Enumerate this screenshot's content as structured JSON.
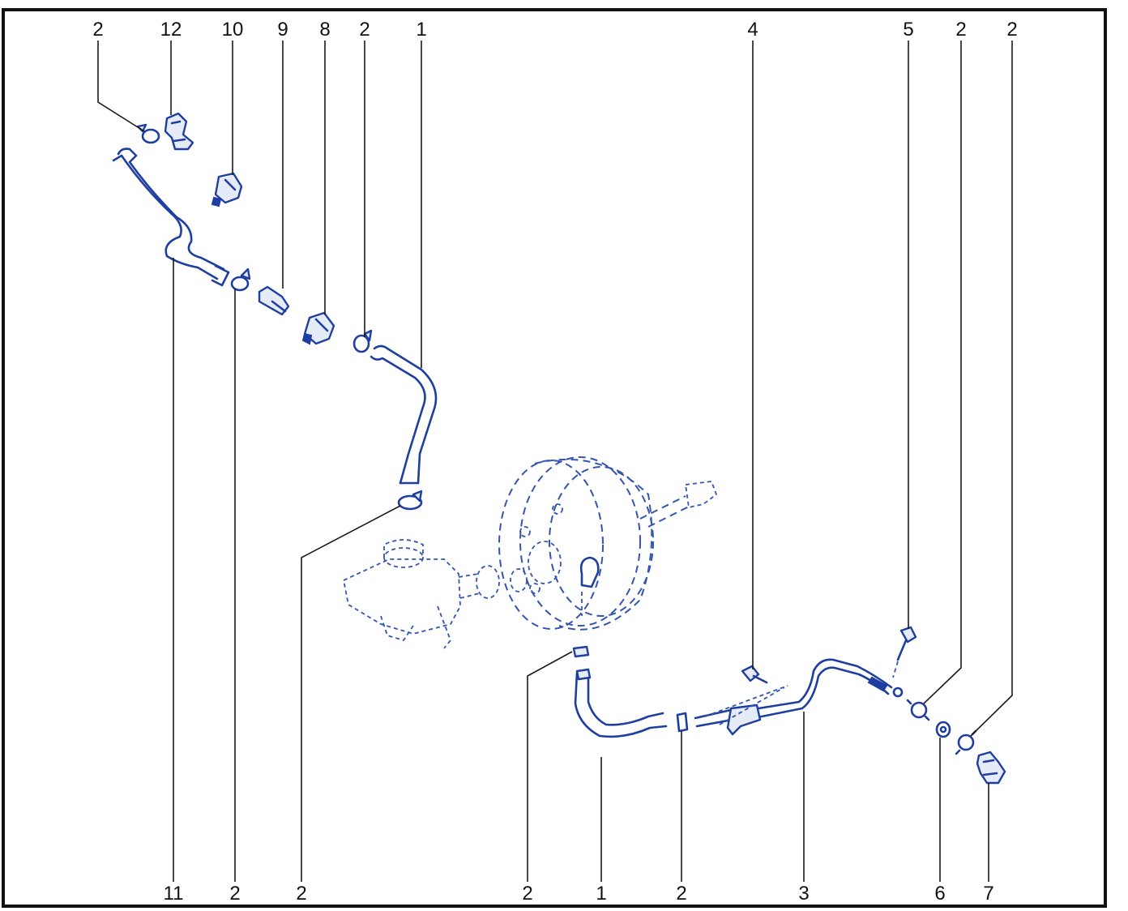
{
  "colors": {
    "part_stroke": "#1f3fa0",
    "part_fill": "#e6ebf8",
    "leader": "#1a1a1a",
    "frame": "#111111"
  },
  "callouts": {
    "top": [
      "2",
      "12",
      "10",
      "9",
      "8",
      "2",
      "1",
      "4",
      "5",
      "2",
      "2"
    ],
    "bottom": [
      "11",
      "2",
      "2",
      "2",
      "1",
      "2",
      "3",
      "6",
      "7"
    ]
  }
}
